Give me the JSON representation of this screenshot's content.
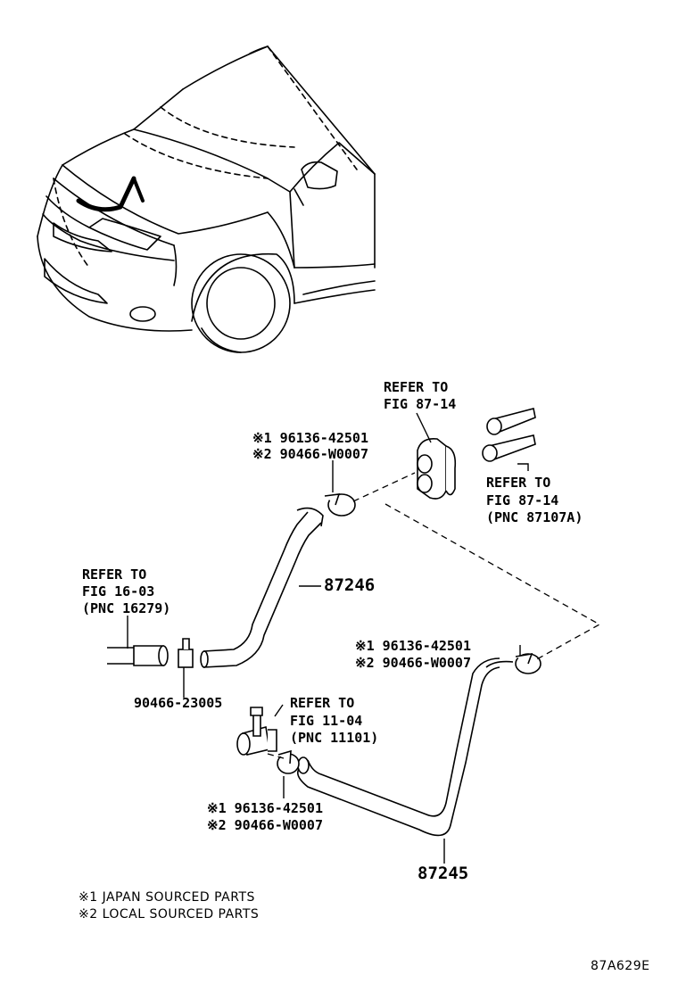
{
  "labels": {
    "refer_top_1": "REFER TO",
    "refer_top_2": "FIG 87-14",
    "refer_right_1": "REFER TO",
    "refer_right_2": "FIG 87-14",
    "refer_right_3": "(PNC 87107A)",
    "clip_a_1": "※1 96136-42501",
    "clip_a_2": "※2 90466-W0007",
    "refer_left_1": "REFER TO",
    "refer_left_2": "FIG 16-03",
    "refer_left_3": "(PNC 16279)",
    "hose_upper": "87246",
    "clip_b_1": "※1 96136-42501",
    "clip_b_2": "※2 90466-W0007",
    "clamp_part": "90466-23005",
    "refer_mid_1": "REFER TO",
    "refer_mid_2": "FIG 11-04",
    "refer_mid_3": "(PNC 11101)",
    "clip_c_1": "※1 96136-42501",
    "clip_c_2": "※2 90466-W0007",
    "hose_lower": "87245"
  },
  "notes": {
    "note_1": "※1 JAPAN SOURCED PARTS",
    "note_2": "※2 LOCAL SOURCED PARTS"
  },
  "figure_code": "87A629E"
}
